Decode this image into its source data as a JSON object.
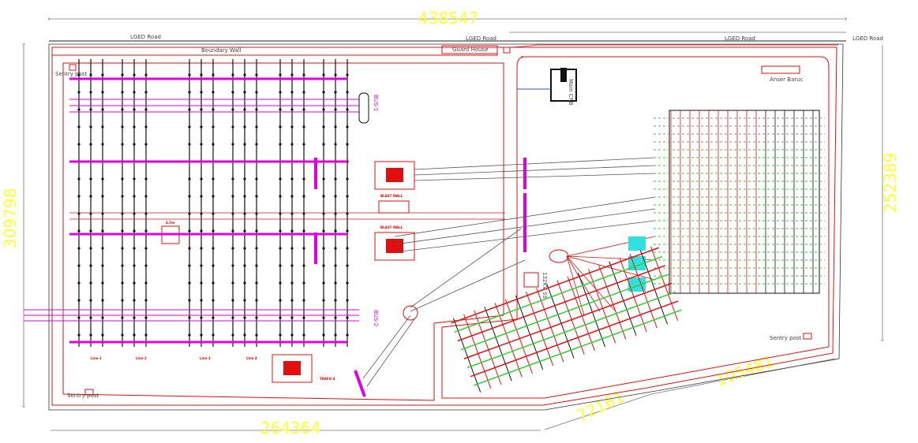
{
  "colors": {
    "boundary": "#e01010",
    "bus": "#e000e0",
    "dimension": "#ffff33",
    "equipment": "#111111",
    "feeder": "#33cc33",
    "panel": "#33e0e0",
    "cable": "#555555"
  },
  "dimensions": {
    "top": "438547",
    "left": "309798",
    "right": "252389",
    "bottom": "264364",
    "bottom_right_a": "72161",
    "bottom_right_b": "105481"
  },
  "roads": [
    "LGED Road",
    "LGED Road",
    "LGED Road",
    "LGED Road"
  ],
  "labels": {
    "boundary_wall": "Boundary Wall",
    "guard_house": "Guard House",
    "sentry_post_1": "Sentry post",
    "sentry_post_2": "Sentry post",
    "sentry_post_3": "Sentry post",
    "anser_baruc": "Anser Baruc",
    "control_building": "Main CRB",
    "ss_building": "132KV SS",
    "bus_1": "BUS-1",
    "bus_2": "BUS-2",
    "blast_wall_1": "BLAST WALL",
    "blast_wall_2": "BLAST WALL",
    "spacing": "4.5m",
    "trafo": "TRAFO-4",
    "lines": [
      "Line 1",
      "Line 2",
      "Line 3",
      "Line 4"
    ]
  }
}
